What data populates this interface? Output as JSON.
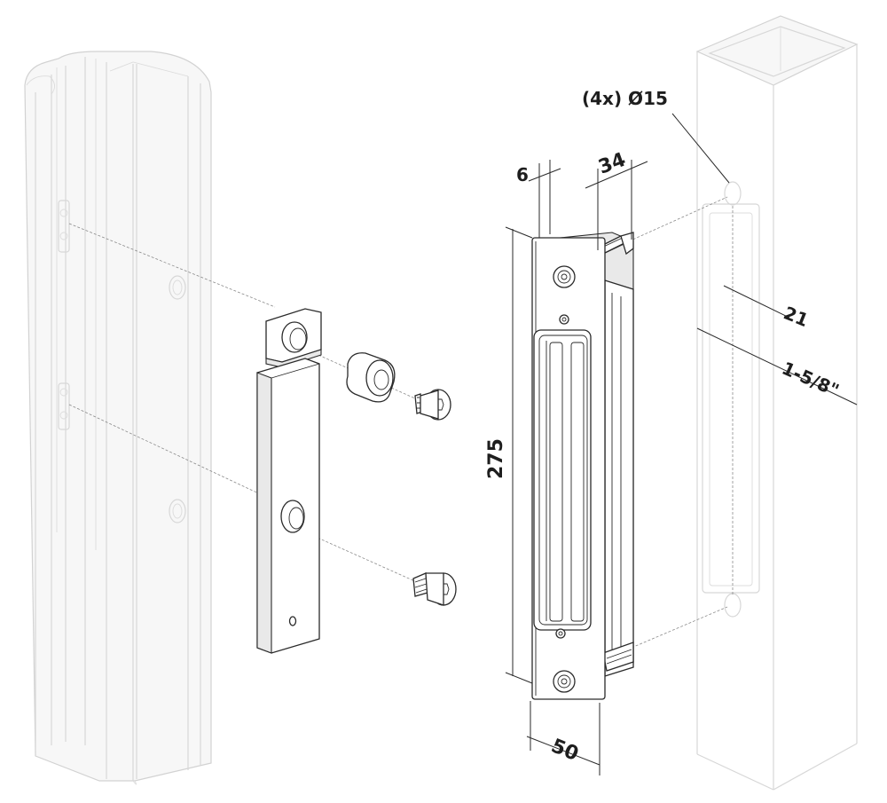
{
  "dimensions": {
    "hole_diameter": "(4x) Ø15",
    "plate_thickness": "6",
    "depth": "34",
    "offset": "21",
    "post_width": "1-5/8\"",
    "height": "275",
    "width": "50"
  }
}
